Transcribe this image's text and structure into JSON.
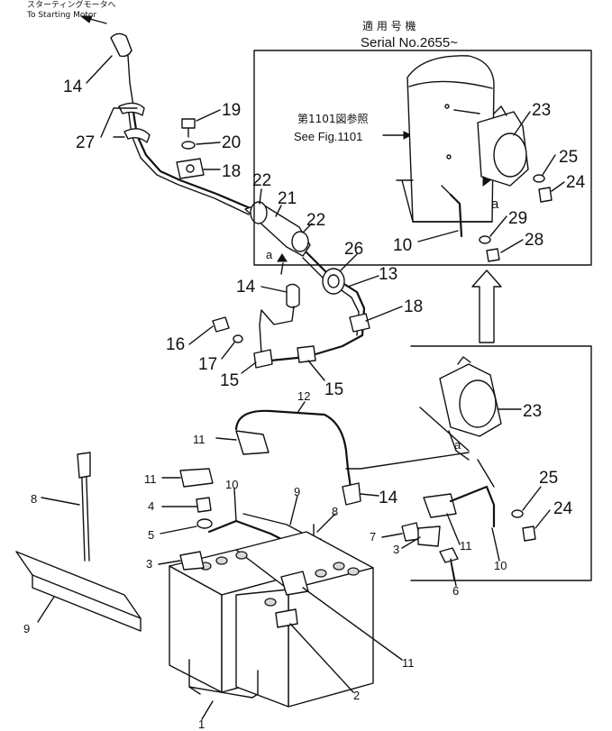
{
  "notes": {
    "starting_motor_jp": "スターティングモータへ",
    "starting_motor_en": "To Starting Motor",
    "serial_jp": "適 用 号 機",
    "serial_en": "Serial  No.2655~",
    "see_fig_jp": "第1101図参照",
    "see_fig_en": "See Fig.1101",
    "detail_a_top": "a",
    "detail_a_mid": "a",
    "detail_a_low": "a"
  },
  "callouts": {
    "p14_top": "14",
    "p27": "27",
    "p19": "19",
    "p20": "20",
    "p18_top": "18",
    "p22_left": "22",
    "p21": "21",
    "p22_right": "22",
    "p26": "26",
    "p13": "13",
    "p14_mid": "14",
    "p18_mid": "18",
    "p16": "16",
    "p17": "17",
    "p15_left": "15",
    "p15_right": "15",
    "p23_top": "23",
    "p25_top": "25",
    "p24_top": "24",
    "p29": "29",
    "p28": "28",
    "p10_top": "10",
    "p23_mid": "23",
    "p25_mid": "25",
    "p24_mid": "24",
    "p12": "12",
    "p11_a": "11",
    "p11_b": "11",
    "p10_lower": "10",
    "p9_cable": "9",
    "p8_left": "8",
    "p8_right": "8",
    "p4": "4",
    "p5": "5",
    "p3_left": "3",
    "p3_right": "3",
    "p7": "7",
    "p11_c": "11",
    "p14_lower": "14",
    "p6": "6",
    "p10_right": "10",
    "p9_bracket": "9",
    "p2": "2",
    "p11_bottom": "11",
    "p1": "1"
  }
}
